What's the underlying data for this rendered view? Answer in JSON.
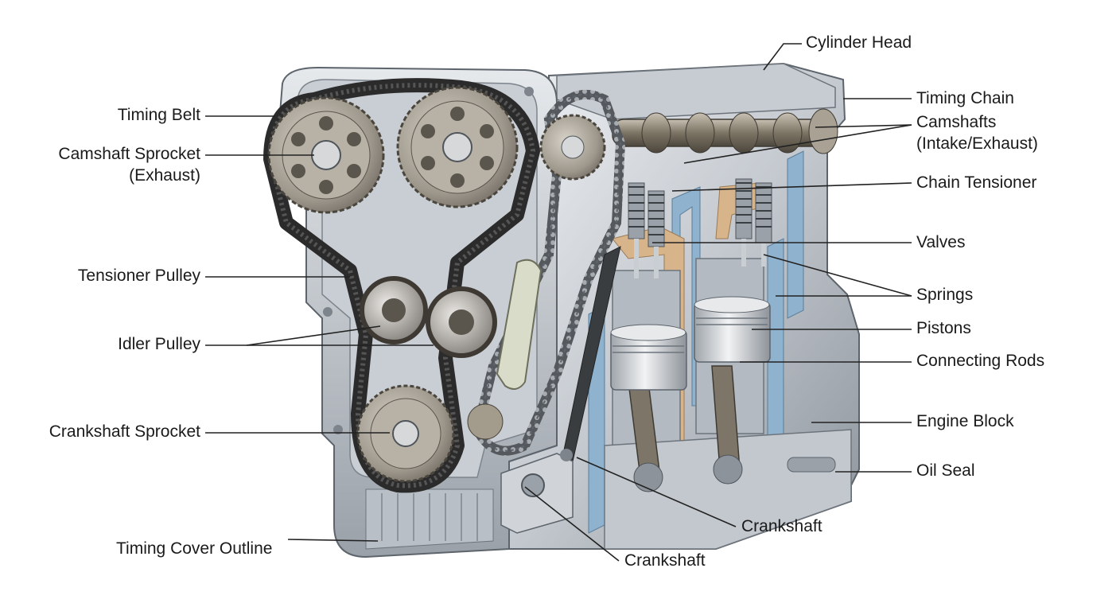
{
  "labels": {
    "timing_belt": "Timing Belt",
    "camshaft_sprocket_line1": "Camshaft Sprocket",
    "camshaft_sprocket_line2": "(Exhaust)",
    "tensioner_pulley": "Tensioner Pulley",
    "idler_pulley": "Idler Pulley",
    "crankshaft_sprocket": "Crankshaft Sprocket",
    "timing_cover_outline": "Timing Cover Outline",
    "cylinder_head": "Cylinder Head",
    "timing_chain": "Timing Chain",
    "camshafts_line1": "Camshafts",
    "camshafts_line2": "(Intake/Exhaust)",
    "chain_tensioner": "Chain Tensioner",
    "valves": "Valves",
    "springs": "Springs",
    "pistons": "Pistons",
    "connecting_rods": "Connecting Rods",
    "engine_block": "Engine Block",
    "oil_seal": "Oil Seal",
    "crankshaft_upper": "Crankshaft",
    "crankshaft_lower": "Crankshaft"
  },
  "colors": {
    "metal_light": "#d9dde2",
    "metal_mid": "#a9b0b8",
    "metal_dark": "#5d646c",
    "belt": "#2b2b2b",
    "coolant": "#8fb3cf",
    "oil_passage": "#d8b48a",
    "leader_line": "#222222"
  }
}
